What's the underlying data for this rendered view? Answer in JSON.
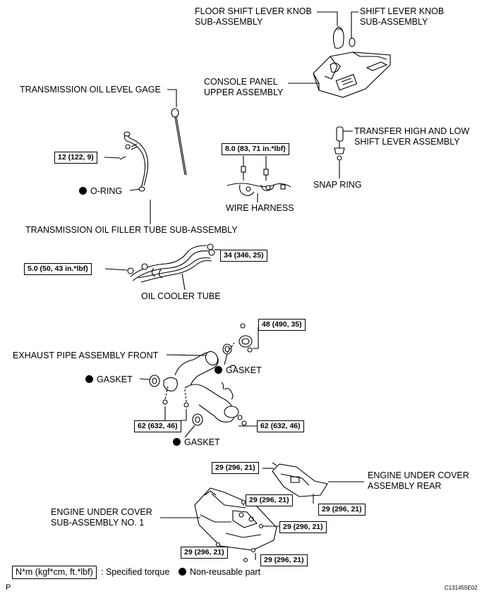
{
  "labels": {
    "floor_knob": [
      "FLOOR SHIFT LEVER KNOB",
      "SUB-ASSEMBLY"
    ],
    "shift_knob": [
      "SHIFT LEVER KNOB",
      "SUB-ASSEMBLY"
    ],
    "console": [
      "CONSOLE PANEL",
      "UPPER ASSEMBLY"
    ],
    "oil_gage": "TRANSMISSION OIL LEVEL GAGE",
    "transfer_lever": [
      "TRANSFER HIGH AND LOW",
      "SHIFT LEVER ASSEMBLY"
    ],
    "snap_ring": "SNAP RING",
    "wire_harness": "WIRE HARNESS",
    "o_ring": "O-RING",
    "filler_tube": "TRANSMISSION OIL FILLER TUBE SUB-ASSEMBLY",
    "oil_cooler": "OIL COOLER TUBE",
    "exhaust_front": "EXHAUST PIPE ASSEMBLY FRONT",
    "gasket_right": "GASKET",
    "gasket_left": "GASKET",
    "gasket_bottom": "GASKET",
    "under_cover_rear": [
      "ENGINE UNDER COVER",
      "ASSEMBLY REAR"
    ],
    "under_cover_no1": [
      "ENGINE UNDER COVER",
      "SUB-ASSEMBLY NO. 1"
    ]
  },
  "torques": {
    "filler_bolt": "12 (122, 9)",
    "harness_bolt": "8.0 (83, 71 in.*lbf)",
    "cooler_left": "5.0 (50, 43 in.*lbf)",
    "cooler_right": "34 (346, 25)",
    "exhaust_top": "48 (490, 35)",
    "exhaust_left": "62 (632, 46)",
    "exhaust_right": "62 (632, 46)",
    "cover_rear_top": "29 (296, 21)",
    "cover_mid1": "29 (296, 21)",
    "cover_rear_bottom": "29 (296, 21)",
    "cover_mid2": "29 (296, 21)",
    "cover_bottom_left": "29 (296, 21)",
    "cover_bottom_right": "29 (296, 21)"
  },
  "legend": {
    "unit": "N*m (kgf*cm, ft.*lbf)",
    "torque_text": ": Specified torque",
    "nonreusable_text": "Non-reusable part"
  },
  "corner_left": "P",
  "figure_code": "C131455E02"
}
